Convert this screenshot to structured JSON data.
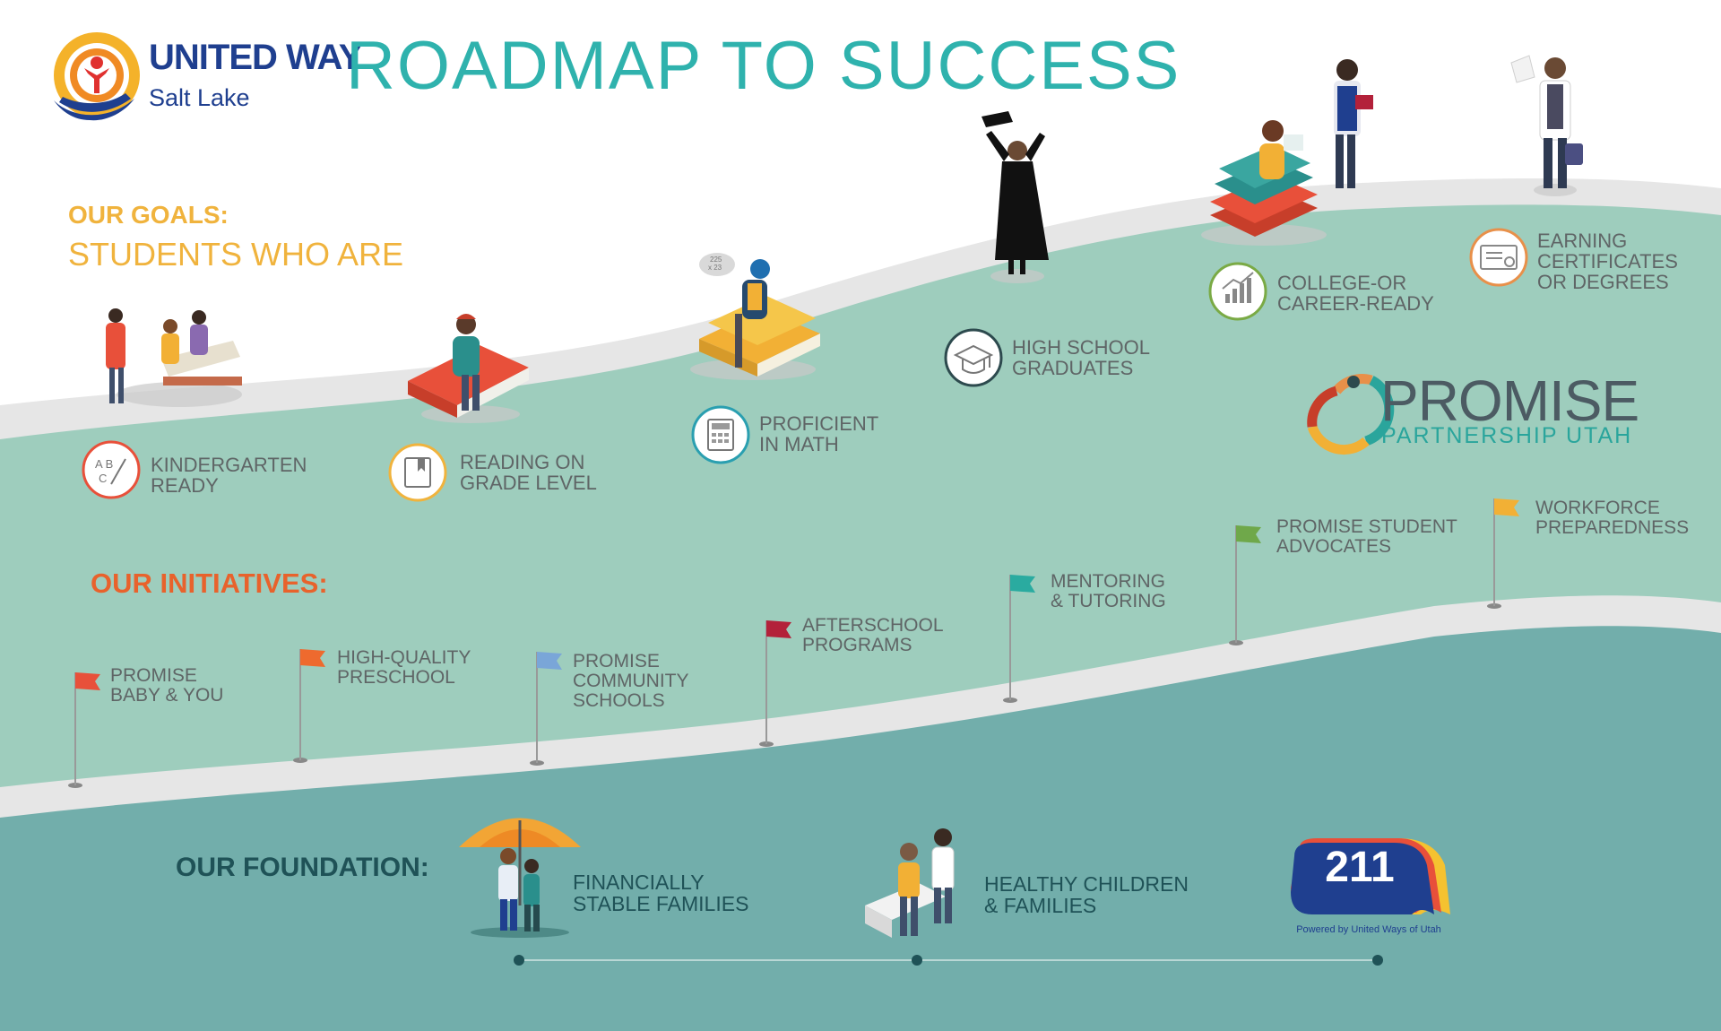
{
  "header": {
    "logo_line1": "UNITED WAY",
    "logo_line2": "Salt Lake",
    "title": "ROADMAP TO SUCCESS"
  },
  "goals": {
    "heading": "OUR GOALS:",
    "subheading": "STUDENTS WHO ARE",
    "items": [
      {
        "line1": "KINDERGARTEN",
        "line2": "READY",
        "icon": "abc-pencil-icon",
        "color": "#e8503a"
      },
      {
        "line1": "READING ON",
        "line2": "GRADE LEVEL",
        "icon": "book-icon",
        "color": "#f0b33d"
      },
      {
        "line1": "PROFICIENT",
        "line2": "IN MATH",
        "icon": "calculator-icon",
        "color": "#2a9fb0"
      },
      {
        "line1": "HIGH SCHOOL",
        "line2": "GRADUATES",
        "icon": "graduation-cap-icon",
        "color": "#2d4a4e"
      },
      {
        "line1": "COLLEGE-OR",
        "line2": "CAREER-READY",
        "icon": "growth-chart-icon",
        "color": "#7aaa45"
      },
      {
        "line1": "EARNING",
        "line2": "CERTIFICATES",
        "line3": "OR DEGREES",
        "icon": "certificate-icon",
        "color": "#e8904a"
      }
    ]
  },
  "initiatives": {
    "heading": "OUR INITIATIVES:",
    "items": [
      {
        "line1": "PROMISE",
        "line2": "BABY & YOU",
        "flag_color": "#e8503a"
      },
      {
        "line1": "HIGH-QUALITY",
        "line2": "PRESCHOOL",
        "flag_color": "#ee6a2e"
      },
      {
        "line1": "PROMISE",
        "line2": "COMMUNITY",
        "line3": "SCHOOLS",
        "flag_color": "#7aa6d8"
      },
      {
        "line1": "AFTERSCHOOL",
        "line2": "PROGRAMS",
        "flag_color": "#b3213a"
      },
      {
        "line1": "MENTORING",
        "line2": "& TUTORING",
        "flag_color": "#2aaba0"
      },
      {
        "line1": "PROMISE STUDENT",
        "line2": "ADVOCATES",
        "flag_color": "#6fa84a"
      },
      {
        "line1": "WORKFORCE",
        "line2": "PREPAREDNESS",
        "flag_color": "#f2b035"
      }
    ]
  },
  "foundation": {
    "heading": "OUR FOUNDATION:",
    "items": [
      {
        "line1": "FINANCIALLY",
        "line2": "STABLE FAMILIES",
        "icon": "umbrella-family-icon"
      },
      {
        "line1": "HEALTHY CHILDREN",
        "line2": "& FAMILIES",
        "icon": "doctor-patient-icon"
      }
    ],
    "badge": {
      "number": "211",
      "caption": "Powered by United Ways of Utah"
    }
  },
  "promise_logo": {
    "line1": "PROMISE",
    "line2": "PARTNERSHIP UTAH"
  },
  "colors": {
    "title": "#2fb2ad",
    "goals_heading": "#f0b33d",
    "initiatives_heading": "#e8622c",
    "foundation_heading": "#1f5257",
    "upper_band": "#9ecdbd",
    "lower_band": "#72aeab",
    "road": "#e6e6e6"
  }
}
